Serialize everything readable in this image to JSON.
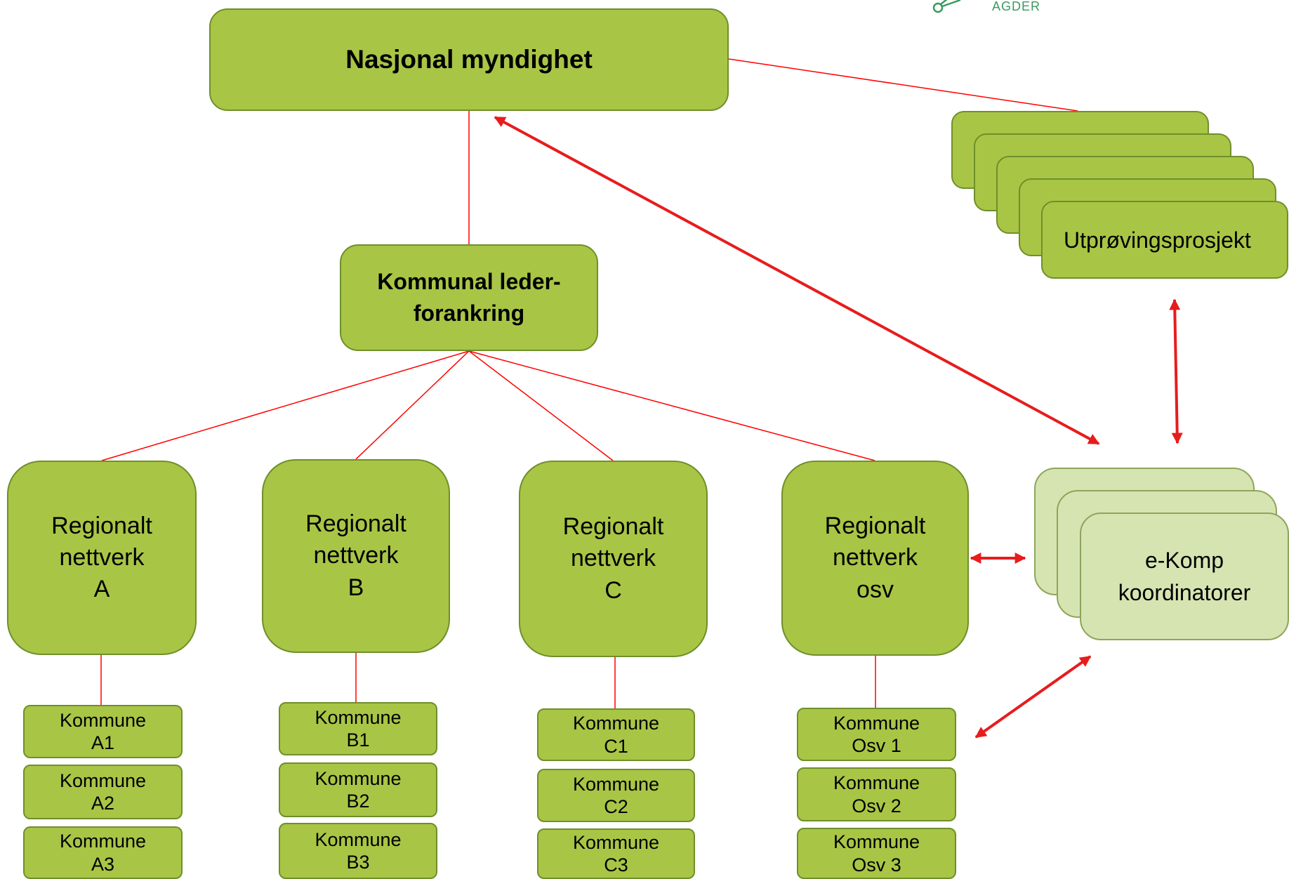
{
  "logo": {
    "text": "AGDER",
    "icon": "network-nodes-icon",
    "color": "#3a9b5c"
  },
  "colors": {
    "box_fill": "#a9c546",
    "box_border": "#6f8f2a",
    "light_fill": "#d6e4b2",
    "connector": "#ff0000",
    "arrow": "#e81c1c"
  },
  "nodes": {
    "national": "Nasjonal myndighet",
    "leader": "Kommunal leder-\nforankring",
    "pilot": "Utprøvingsprosjekt",
    "coordinators": "e-Komp\nkoordinatorer",
    "regions": [
      {
        "label": "Regionalt\nnettverk\nA",
        "municipalities": [
          "Kommune\nA1",
          "Kommune\nA2",
          "Kommune\nA3"
        ]
      },
      {
        "label": "Regionalt\nnettverk\nB",
        "municipalities": [
          "Kommune\nB1",
          "Kommune\nB2",
          "Kommune\nB3"
        ]
      },
      {
        "label": "Regionalt\nnettverk\nC",
        "municipalities": [
          "Kommune\nC1",
          "Kommune\nC2",
          "Kommune\nC3"
        ]
      },
      {
        "label": "Regionalt\nnettverk\nosv",
        "municipalities": [
          "Kommune\nOsv 1",
          "Kommune\nOsv 2",
          "Kommune\nOsv 3"
        ]
      }
    ]
  }
}
